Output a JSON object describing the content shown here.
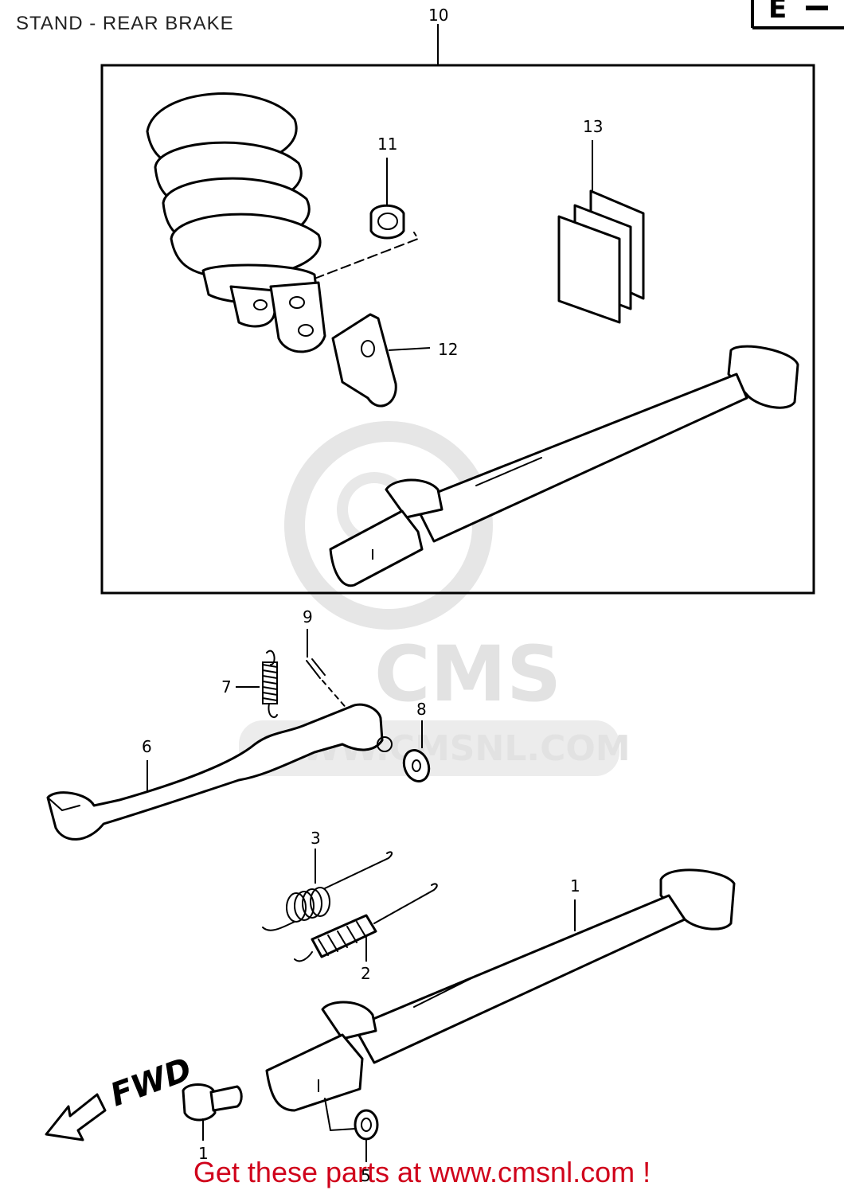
{
  "title": "STAND - REAR BRAKE",
  "header_tag": "E",
  "watermark": {
    "brand": "CMS",
    "site": "WWW.CMSNL.COM"
  },
  "callouts": {
    "p1": "1",
    "p1b": "1",
    "p2": "2",
    "p3": "3",
    "p5": "5",
    "p6": "6",
    "p7": "7",
    "p8": "8",
    "p9": "9",
    "p10": "10",
    "p11": "11",
    "p12": "12",
    "p13": "13"
  },
  "fwd_label": "FWD",
  "footer": "Get these parts at www.cmsnl.com !"
}
